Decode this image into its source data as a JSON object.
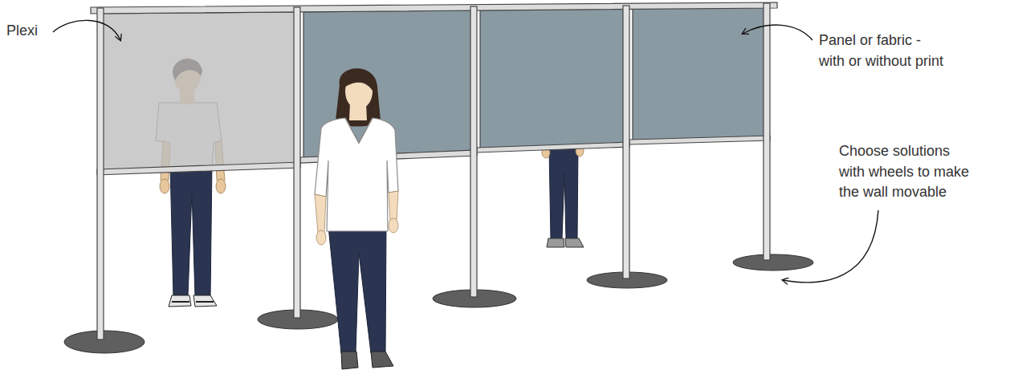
{
  "diagram": {
    "labels": [
      "Plexi",
      "Panel or fabric - with or without print",
      "Choose solutions with wheels to make the wall movable"
    ]
  }
}
